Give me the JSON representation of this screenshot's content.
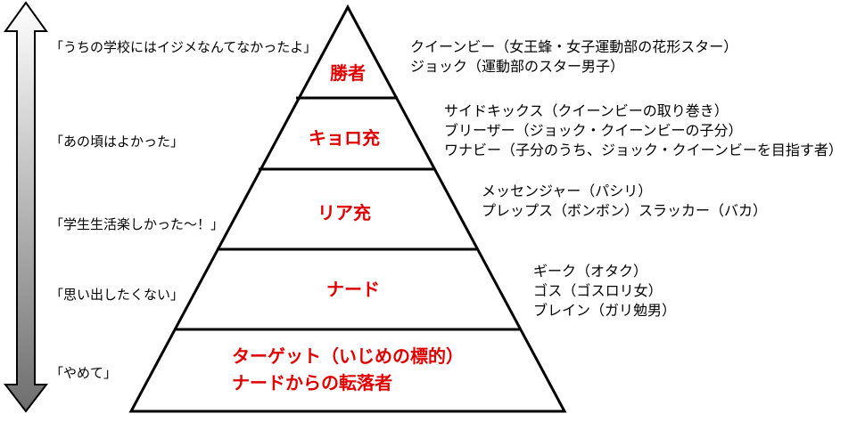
{
  "colors": {
    "tier_label": "#e00000",
    "outline": "#000000",
    "arrow_top": "#ffffff",
    "arrow_bottom": "#6e6e6e"
  },
  "arrow": {
    "name": "double-headed vertical gradient arrow"
  },
  "tiers": [
    {
      "label_lines": [
        "勝者"
      ],
      "quote": "「うちの学校にはイジメなんてなかったよ」",
      "descriptions": [
        "クイーンビー（女王蜂・女子運動部の花形スター）",
        "ジョック（運動部のスター男子）"
      ]
    },
    {
      "label_lines": [
        "キョロ充"
      ],
      "quote": "「あの頃はよかった」",
      "descriptions": [
        "サイドキックス（クイーンビーの取り巻き）",
        "ブリーザー（ジョック・クイーンビーの子分）",
        "ワナビー（子分のうち、ジョック・クイーンビーを目指す者）"
      ]
    },
    {
      "label_lines": [
        "リア充"
      ],
      "quote": "「学生生活楽しかった～！」",
      "descriptions": [
        "メッセンジャー（パシリ）",
        "プレップス（ボンボン）スラッカー（バカ）"
      ]
    },
    {
      "label_lines": [
        "ナード"
      ],
      "quote": "「思い出したくない」",
      "descriptions": [
        "ギーク（オタク）",
        "ゴス（ゴスロリ女）",
        "ブレイン（ガリ勉男）"
      ]
    },
    {
      "label_lines": [
        "ターゲット（いじめの標的）",
        "ナードからの転落者"
      ],
      "quote": "「やめて」",
      "descriptions": []
    }
  ]
}
